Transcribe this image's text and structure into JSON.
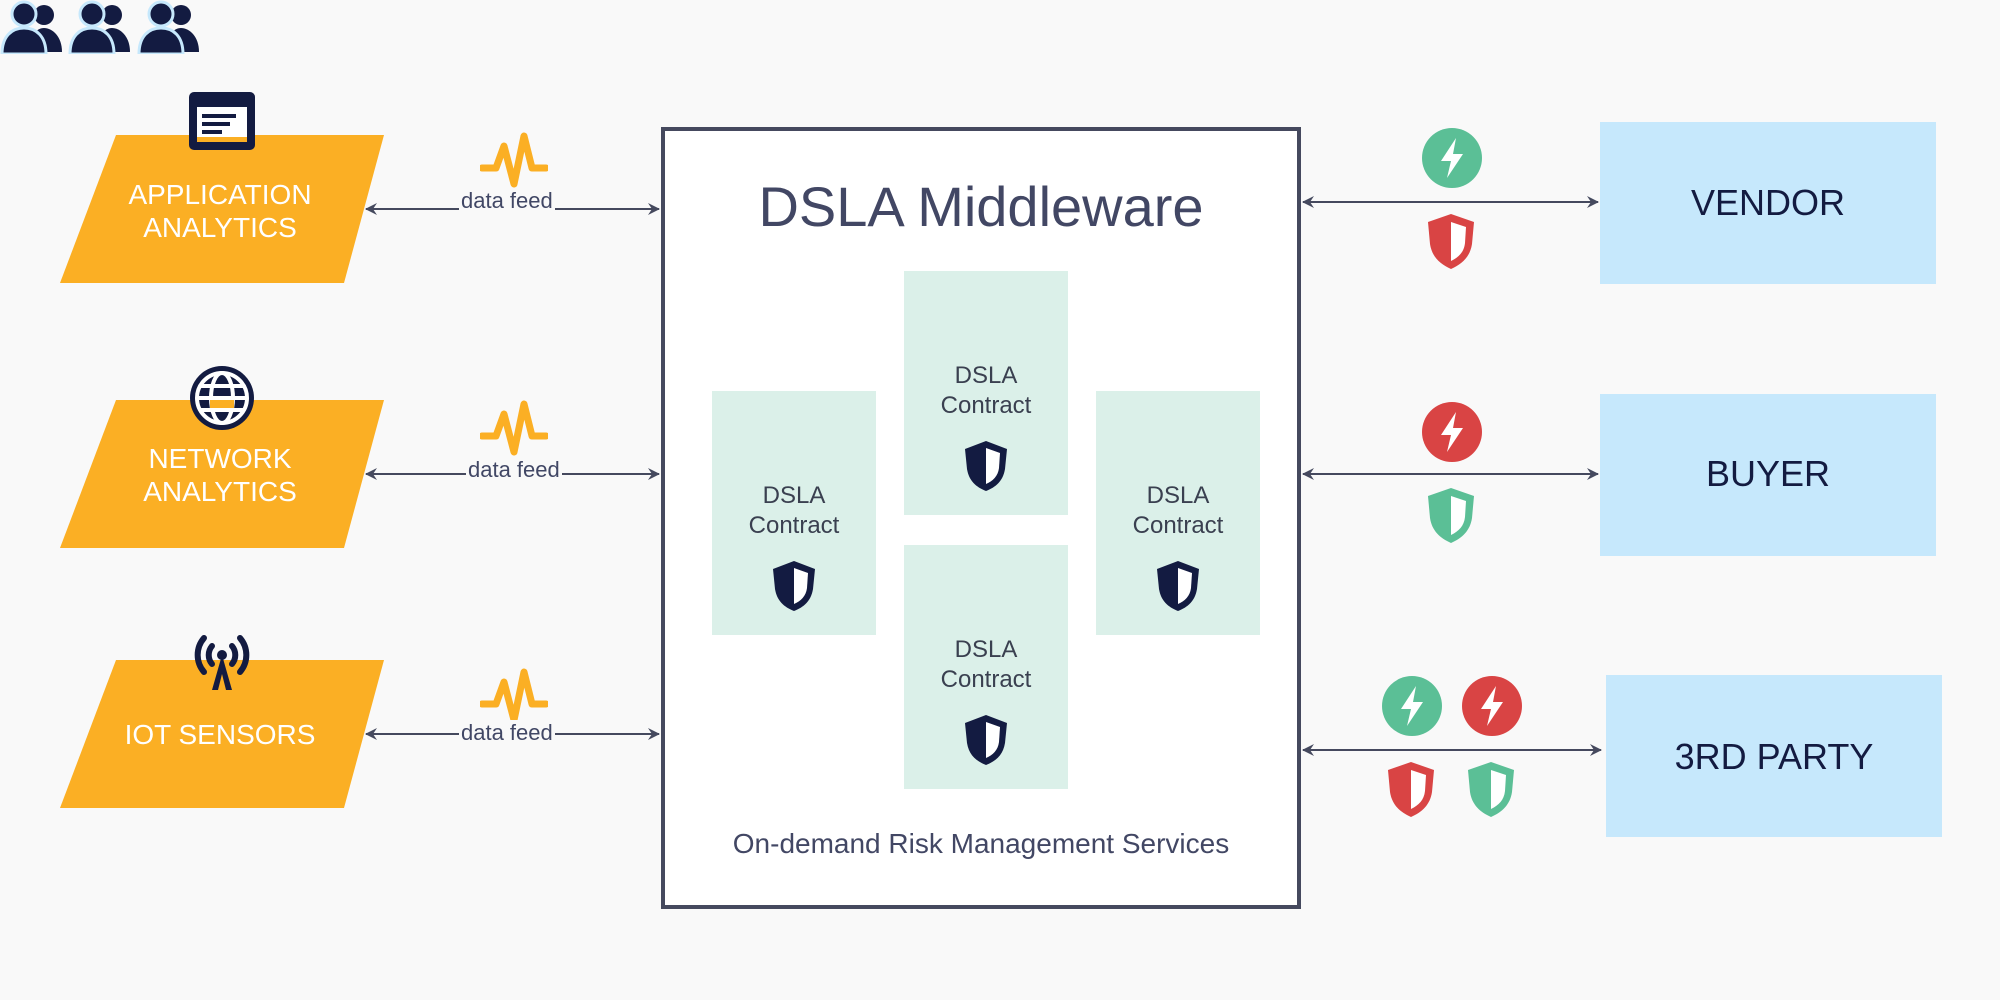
{
  "sources": [
    {
      "label_line1": "APPLICATION",
      "label_line2": "ANALYTICS",
      "icon": "browser-window-icon",
      "feed_label": "data feed"
    },
    {
      "label_line1": "NETWORK",
      "label_line2": "ANALYTICS",
      "icon": "globe-icon",
      "feed_label": "data feed"
    },
    {
      "label_line1": "IOT SENSORS",
      "label_line2": "",
      "icon": "antenna-icon",
      "feed_label": "data feed"
    }
  ],
  "middleware": {
    "title": "DSLA Middleware",
    "subtitle": "On-demand Risk Management Services",
    "contracts": [
      {
        "line1": "DSLA",
        "line2": "Contract"
      },
      {
        "line1": "DSLA",
        "line2": "Contract"
      },
      {
        "line1": "DSLA",
        "line2": "Contract"
      },
      {
        "line1": "DSLA",
        "line2": "Contract"
      }
    ]
  },
  "parties": [
    {
      "label": "VENDOR",
      "icon": "people-icon"
    },
    {
      "label": "BUYER",
      "icon": "people-icon"
    },
    {
      "label": "3RD PARTY",
      "icon": "people-icon"
    }
  ],
  "colors": {
    "source_fill": "#fbaf24",
    "party_fill": "#c6e8fc",
    "contract_fill": "#dbf0e9",
    "border": "#45495e",
    "green": "#5bbf96",
    "red": "#d94444",
    "navy": "#131b41"
  }
}
